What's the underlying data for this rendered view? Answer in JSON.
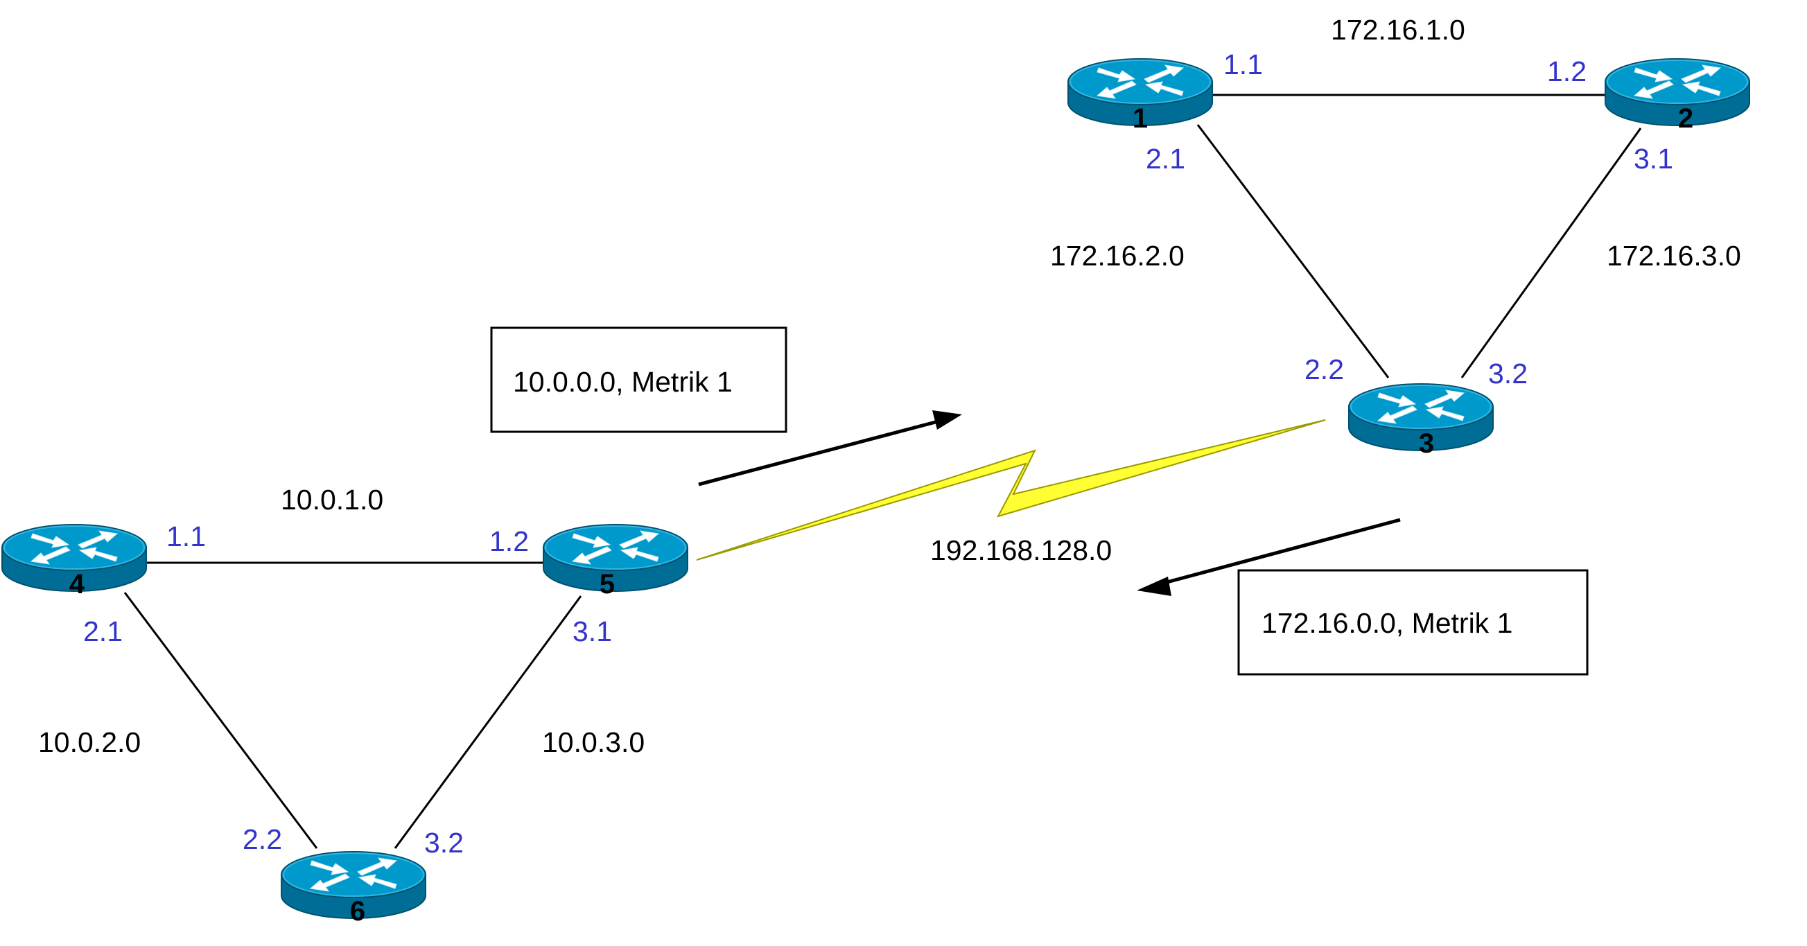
{
  "colors": {
    "router_top": "#0099cc",
    "router_side": "#006d96",
    "interface_label": "#3333cc",
    "serial_link": "#ffff33"
  },
  "routers": {
    "r1": {
      "id": "1",
      "icon": "router-icon"
    },
    "r2": {
      "id": "2",
      "icon": "router-icon"
    },
    "r3": {
      "id": "3",
      "icon": "router-icon"
    },
    "r4": {
      "id": "4",
      "icon": "router-icon"
    },
    "r5": {
      "id": "5",
      "icon": "router-icon"
    },
    "r6": {
      "id": "6",
      "icon": "router-icon"
    }
  },
  "networks": {
    "n172_1": "172.16.1.0",
    "n172_2": "172.16.2.0",
    "n172_3": "172.16.3.0",
    "n10_1": "10.0.1.0",
    "n10_2": "10.0.2.0",
    "n10_3": "10.0.3.0",
    "wan": "192.168.128.0"
  },
  "interfaces": {
    "r1_1": "1.1",
    "r1_2": "2.1",
    "r2_1": "1.2",
    "r2_3": "3.1",
    "r3_2": "2.2",
    "r3_3": "3.2",
    "r4_1": "1.1",
    "r4_2": "2.1",
    "r5_1": "1.2",
    "r5_3": "3.1",
    "r6_2": "2.2",
    "r6_3": "3.2"
  },
  "updates": {
    "to_right": "10.0.0.0, Metrik 1",
    "to_left": "172.16.0.0, Metrik 1"
  }
}
